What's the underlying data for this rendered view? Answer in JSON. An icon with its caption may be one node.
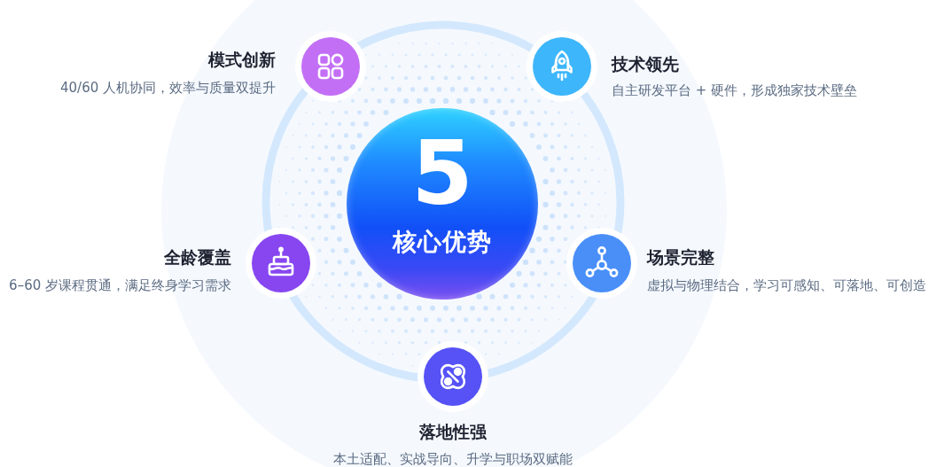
{
  "diagram": {
    "nodes": [
      {
        "text": [
          "模式创新",
          "40/60 人机协同，效率与质量双提升"
        ]
      },
      {
        "text": [
          "技术领先",
          "自主研发平台 + 硬件，形成独家技术壁垒"
        ]
      },
      {
        "text": [
          "5",
          "核心优势"
        ]
      },
      {
        "text": [
          "全龄覆盖",
          "6–60 岁课程贯通，满足终身学习需求"
        ]
      },
      {
        "text": [
          "场景完整",
          "虚拟与物理结合，学习可感知、可落地、可创造"
        ]
      },
      {
        "text": [
          "落地性强",
          "本土适配、实战导向、升学与职场双赋能"
        ]
      }
    ]
  }
}
